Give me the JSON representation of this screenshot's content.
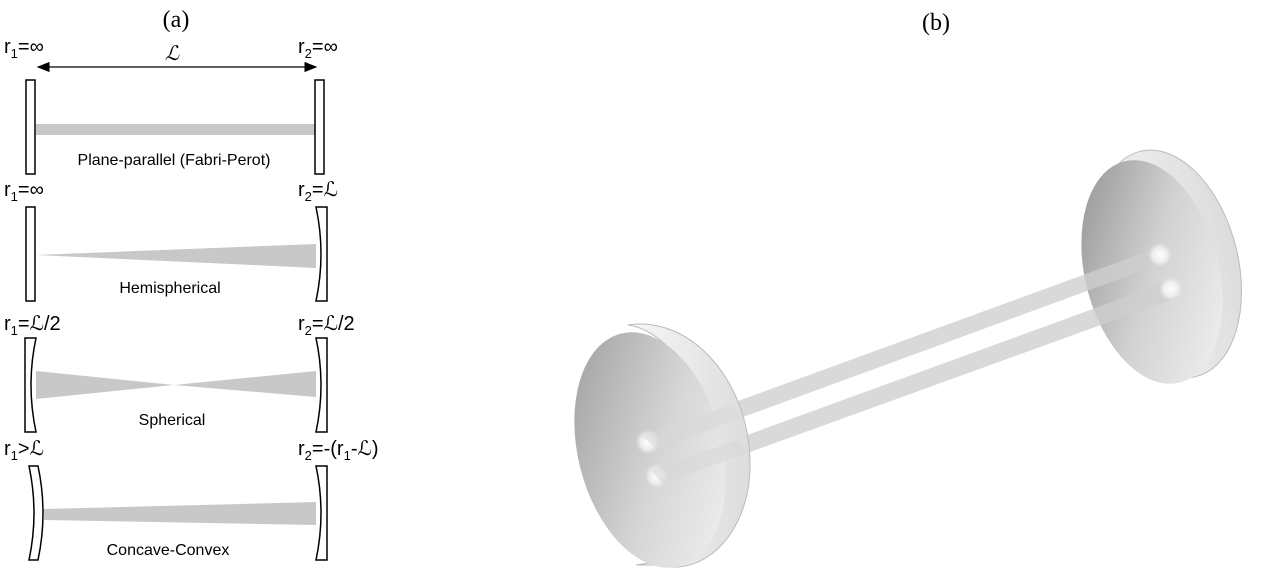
{
  "panel_a": {
    "label": "(a)",
    "length_label": "ℒ",
    "resonators": [
      {
        "left_sym": "r",
        "left_sub": "1",
        "left_val": "=∞",
        "right_sym": "r",
        "right_sub": "2",
        "right_val": "=∞",
        "caption": "Plane-parallel (Fabri-Perot)"
      },
      {
        "left_sym": "r",
        "left_sub": "1",
        "left_val": "=∞",
        "right_sym": "r",
        "right_sub": "2",
        "right_val": "=ℒ",
        "caption": "Hemispherical"
      },
      {
        "left_sym": "r",
        "left_sub": "1",
        "left_val": "=ℒ/2",
        "right_sym": "r",
        "right_sub": "2",
        "right_val": "=ℒ/2",
        "caption": "Spherical"
      },
      {
        "left_sym": "r",
        "left_sub": "1",
        "left_val": ">ℒ",
        "right_sym": "r",
        "right_sub": "2",
        "right_val": "=-(r",
        "right_sub2": "1",
        "right_tail": "-ℒ)",
        "caption": "Concave-Convex"
      }
    ]
  },
  "panel_b": {
    "label": "(b)"
  },
  "colors": {
    "beam": "#c8c8c8",
    "mirror_stroke": "#000000",
    "disk_dark": "#8a8a8a",
    "disk_light": "#f2f2f2"
  }
}
